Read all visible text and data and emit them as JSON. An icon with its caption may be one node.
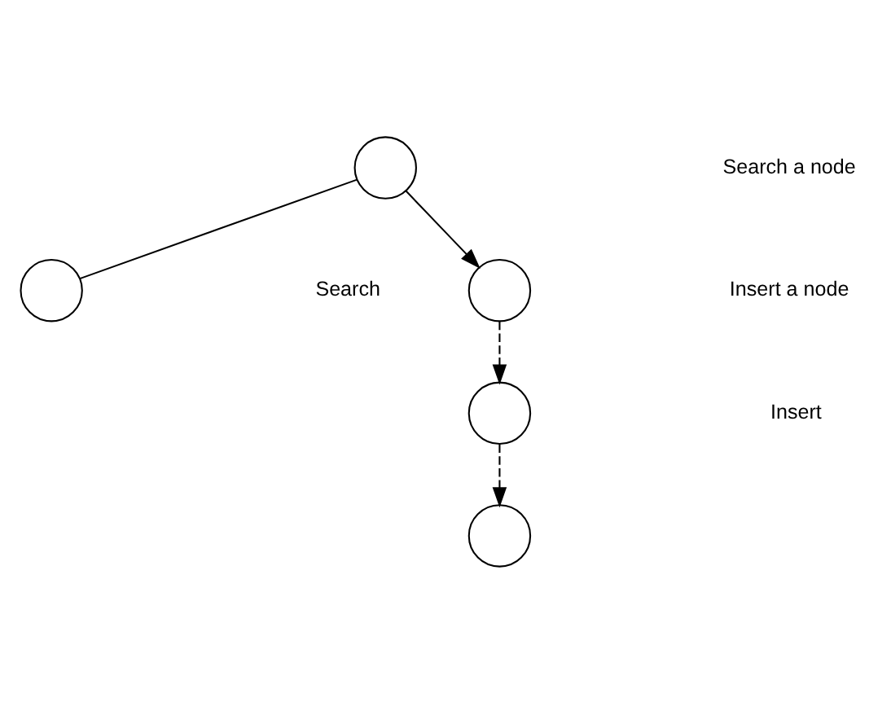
{
  "diagram": {
    "nodes": [
      {
        "text": [],
        "shape": "circle"
      },
      {
        "text": [],
        "shape": "circle"
      },
      {
        "text": [],
        "shape": "circle"
      },
      {
        "text": [],
        "shape": "circle"
      },
      {
        "text": [],
        "shape": "circle"
      }
    ],
    "edges": [
      {
        "from": 0,
        "to": 1,
        "arrow": "none"
      },
      {
        "from": 0,
        "to": 2,
        "arrow": "to"
      },
      {
        "from": 2,
        "to": 3,
        "arrow": "to",
        "style": "dashed"
      },
      {
        "from": 3,
        "to": 4,
        "arrow": "to",
        "style": "dashed"
      }
    ],
    "labels": [
      "Search",
      "Insert"
    ],
    "legend": [
      {
        "text": "Search a node"
      },
      {
        "text": "Insert a node"
      }
    ]
  }
}
